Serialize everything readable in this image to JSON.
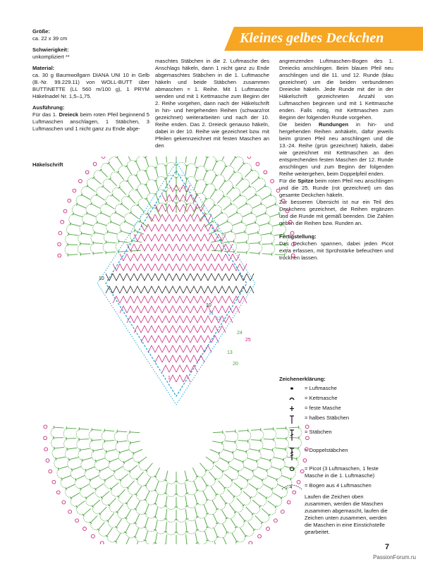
{
  "header": {
    "title": "Kleines gelbes Deckchen"
  },
  "left": {
    "size_h": "Größe:",
    "size": "ca. 22 x 39 cm",
    "difficulty_h": "Schwierigkeit:",
    "difficulty": "unkompliziert **",
    "material_h": "Material:",
    "material": "ca. 30 g Baumwollgarn DIANA UNI 10 in Gelb (B.-Nr. 99.229.11) von WOLL-BUTT über BUTTINETTE (LL 560 m/100 g), 1 PRYM Häkelnadel Nr. 1,5–1,75.",
    "execution_h": "Ausführung:",
    "execution_1": "Für das 1.",
    "execution_bold": "Dreieck",
    "execution_2": "beim roten Pfeil beginnend 5 Luftmaschen anschlagen, 1 Stäbchen, 3 Luftmaschen und 1 nicht ganz zu Ende abge-"
  },
  "middle": {
    "text": "maschtes Stäbchen in die 2. Luftmasche des Anschlags häkeln, dann 1 nicht ganz zu Ende abgemaschtes Stäbchen in die 1. Luftmasche häkeln und beide Stäbchen zusammen abmaschen = 1. Reihe. Mit 1 Luftmasche wenden und mit 1 Kettmasche zum Beginn der 2. Reihe vorgehen, dann nach der Häkelschrift in hin- und hergehenden Reihen (schwarz/rot gezeichnet) weiterarbeiten und nach der 10. Reihe enden. Das 2. Dreieck genauso häkeln, dabei in der 10. Reihe wie gezeichnet bzw. mit Pfeilen gekennzeichnet mit festen Maschen an den"
  },
  "right": {
    "text1": "angrenzenden Luftmaschen-Bogen des 1. Dreiecks anschlingen. Beim blauen Pfeil neu anschlingen und die 11. und 12. Runde (blau gezeichnet) um die beiden verbundenen Dreiecke häkeln. Jede Runde mit der in der Häkelschrift gezeichneten Anzahl von Luftmaschen beginnen und mit 1 Kettmasche enden. Falls nötig, mit Kettmaschen zum Beginn der folgenden Runde vorgehen.",
    "text2_a": "Die beiden",
    "text2_bold": "Rundungen",
    "text2_b": "in hin- und hergehenden Reihen anhäkeln, dafür jeweils beim grünen Pfeil neu anschlingen und die 13.-24. Reihe (grün gezeichnet) häkeln, dabei wie gezeichnet mit Kettmaschen an den entsprechenden festen Maschen der 12. Runde anschlingen und zum Beginn der folgenden Reihe weitergehen, beim Doppelpfeil enden.",
    "text3_a": "Für die",
    "text3_bold": "Spitze",
    "text3_b": "beim roten Pfeil neu anschlingen und die 25. Runde (rot gezeichnet) um das gesamte Deckchen häkeln.",
    "text4": "Zur besseren Übersicht ist nur ein Teil des Deckchens gezeichnet, die Reihen ergänzen und die Runde mit gemäß beenden. Die Zahlen geben die Reihen bzw. Runden an.",
    "finish_h": "Fertigstellung:",
    "finish": "Das Deckchen spannen, dabei jeden Picot extra erfassen, mit Sprühstärke befeuchten und trocknen lassen."
  },
  "chart_title": "Häkelschrift",
  "legend": {
    "title": "Zeichenerklärung:",
    "items": [
      {
        "icon": "chain-stitch-icon",
        "text": "= Luftmasche"
      },
      {
        "icon": "slip-stitch-icon",
        "text": "= Kettmasche"
      },
      {
        "icon": "single-crochet-icon",
        "text": "= feste Masche"
      },
      {
        "icon": "half-double-icon",
        "text": "= halbes Stäbchen"
      },
      {
        "icon": "double-crochet-icon",
        "text": "= Stäbchen"
      },
      {
        "icon": "treble-crochet-icon",
        "text": "= Doppelstäbchen"
      },
      {
        "icon": "picot-icon",
        "text": "= Picot (3 Luftmaschen, 1 feste Masche in die 1. Luftmasche)"
      },
      {
        "icon": "chain-arch-icon",
        "text": "= Bogen aus 4 Luftmaschen"
      }
    ],
    "arch_number": "4",
    "note": "Laufen die Zeichen oben zusammen, werden die Maschen zusammen abgemascht, laufen die Zeichen unten zusammen, werden die Maschen in eine Einstichstelle gearbeitet."
  },
  "chart_labels": [
    "10",
    "10",
    "11",
    "12",
    "1",
    "24",
    "25",
    "13",
    "20"
  ],
  "colors": {
    "accent": "#f6a623",
    "black": "#1a1a1a",
    "red": "#c8247a",
    "blue": "#25a9d8",
    "green": "#4aa33c"
  },
  "page": {
    "number": "7"
  },
  "watermark": "PassionForum.ru"
}
